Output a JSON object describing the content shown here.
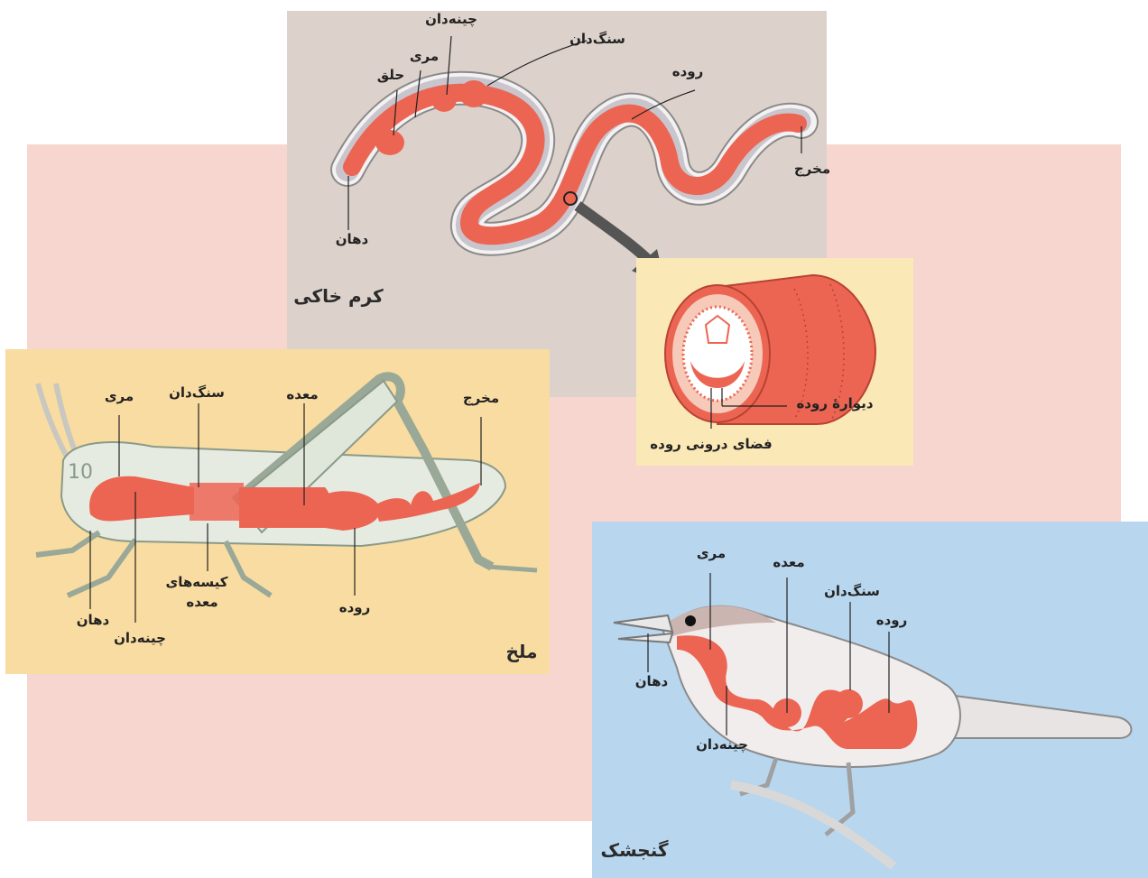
{
  "colors": {
    "pink_bg": "#f6d6cf",
    "worm_panel": "#ddd2cb",
    "cross_panel": "#fbe8b7",
    "grasshopper_panel": "#f9dca1",
    "sparrow_panel": "#b8d6ee",
    "digestive_tract": "#ec6553",
    "outline": "#8a8a8a"
  },
  "worm": {
    "title": "کرم خاکی",
    "labels": {
      "crop": "چینه‌دان",
      "gizzard": "سنگ‌دان",
      "esophagus": "مری",
      "pharynx": "حلق",
      "intestine": "روده",
      "anus": "مخرج",
      "mouth": "دهان"
    }
  },
  "cross_section": {
    "wall": "دیوارهٔ روده",
    "lumen": "فضای درونی روده"
  },
  "grasshopper": {
    "title": "ملخ",
    "labels": {
      "esophagus": "مری",
      "gizzard": "سنگ‌دان",
      "stomach": "معده",
      "anus": "مخرج",
      "gastric_caeca_1": "کیسه‌های",
      "gastric_caeca_2": "معده",
      "intestine": "روده",
      "mouth": "دهان",
      "crop": "چینه‌دان"
    }
  },
  "sparrow": {
    "title": "گنجشک",
    "labels": {
      "esophagus": "مری",
      "stomach": "معده",
      "gizzard": "سنگ‌دان",
      "intestine": "روده",
      "mouth": "دهان",
      "crop": "چینه‌دان"
    }
  }
}
